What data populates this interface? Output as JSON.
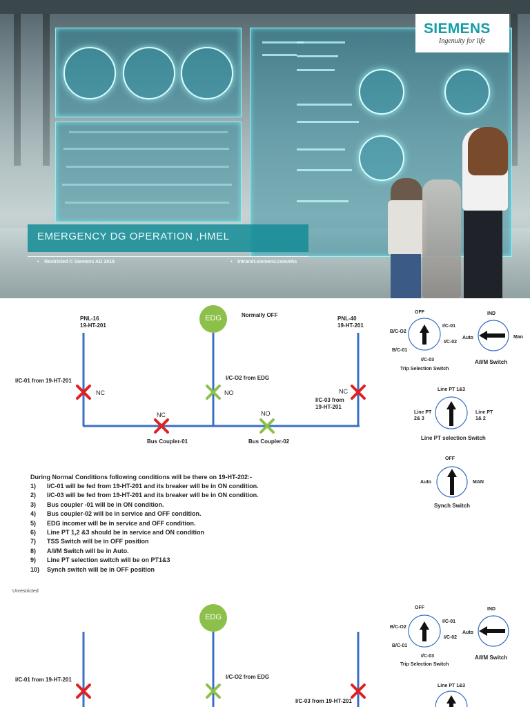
{
  "cover": {
    "title": "EMERGENCY DG OPERATION ,HMEL",
    "footer_left": "Restricted © Siemens AG 2018",
    "footer_right": "intranet.siemens.com/ehs",
    "logo_name": "SIEMENS",
    "logo_tagline": "Ingenuity for life"
  },
  "diagram1": {
    "edg": "EDG",
    "normally_off": "Normally OFF",
    "pnl16": "PNL-16",
    "pnl16_src": "19-HT-201",
    "pnl40": "PNL-40",
    "pnl40_src": "19-HT-201",
    "ic01": "I/C-01 from 19-HT-201",
    "ic02": "I/C-O2 from EDG",
    "ic03_a": "I/C-03 from",
    "ic03_b": "19-HT-201",
    "nc_left": "NC",
    "no_mid": "NO",
    "nc_right": "NC",
    "nc_bc1": "NC",
    "no_bc2": "NO",
    "bc1": "Bus Coupler-01",
    "bc2": "Bus Coupler-02"
  },
  "tss": {
    "off": "OFF",
    "bco2": "B/C-O2",
    "bco1": "B/C-01",
    "ic01": "I/C-01",
    "ic02": "I/C-02",
    "ic03": "I/C-03",
    "caption": "Trip Selection Switch"
  },
  "aim": {
    "ind": "IND",
    "auto": "Auto",
    "man": "Man",
    "caption": "A/I/M Switch"
  },
  "linept": {
    "top": "Line PT 1&3",
    "left_a": "Line PT",
    "left_b": "2& 3",
    "right_a": "Line PT",
    "right_b": "1& 2",
    "caption": "Line PT selection Switch"
  },
  "synch": {
    "off": "OFF",
    "auto": "Auto",
    "man": "MAN",
    "caption": "Synch Switch"
  },
  "conditions": {
    "heading": "During Normal Conditions following conditions will be there on 19-HT-202:-",
    "items": [
      {
        "n": "1)",
        "t": "I/C-01  will be fed from 19-HT-201 and its breaker will be in ON condition."
      },
      {
        "n": "2)",
        "t": "I/C-03  will be fed from 19-HT-201 and its breaker will be in ON condition."
      },
      {
        "n": "3)",
        "t": "Bus coupler -01 will be in ON condition."
      },
      {
        "n": "4)",
        "t": "Bus coupler-02 will be in service and OFF condition."
      },
      {
        "n": "5)",
        "t": "EDG incomer will be in service and OFF condition."
      },
      {
        "n": "6)",
        "t": "Line PT 1,2 &3 should be in service and ON condition"
      },
      {
        "n": "7)",
        "t": "TSS Switch will be in OFF position"
      },
      {
        "n": "8)",
        "t": "A/I/M Switch will be in Auto."
      },
      {
        "n": "9)",
        "t": "Line PT selection switch will be on PT1&3"
      },
      {
        "n": "10)",
        "t": "Synch switch will be in OFF position"
      }
    ]
  },
  "unrestricted": "Unrestricted",
  "diagram2": {
    "edg": "EDG",
    "ic01": "I/C-01 from 19-HT-201",
    "ic02": "I/C-O2 from EDG",
    "ic03": "I/C-03 from 19-HT-201",
    "tss_off": "OFF",
    "tss_bco2": "B/C-O2",
    "tss_bco1": "B/C-01",
    "tss_ic01": "I/C-01",
    "tss_ic02": "I/C-02",
    "tss_ic03": "I/C-03",
    "tss_caption": "Trip Selection Switch",
    "aim_ind": "IND",
    "aim_auto": "Auto",
    "aim_caption": "A/I/M Switch",
    "linept_top": "Line PT 1&3"
  }
}
